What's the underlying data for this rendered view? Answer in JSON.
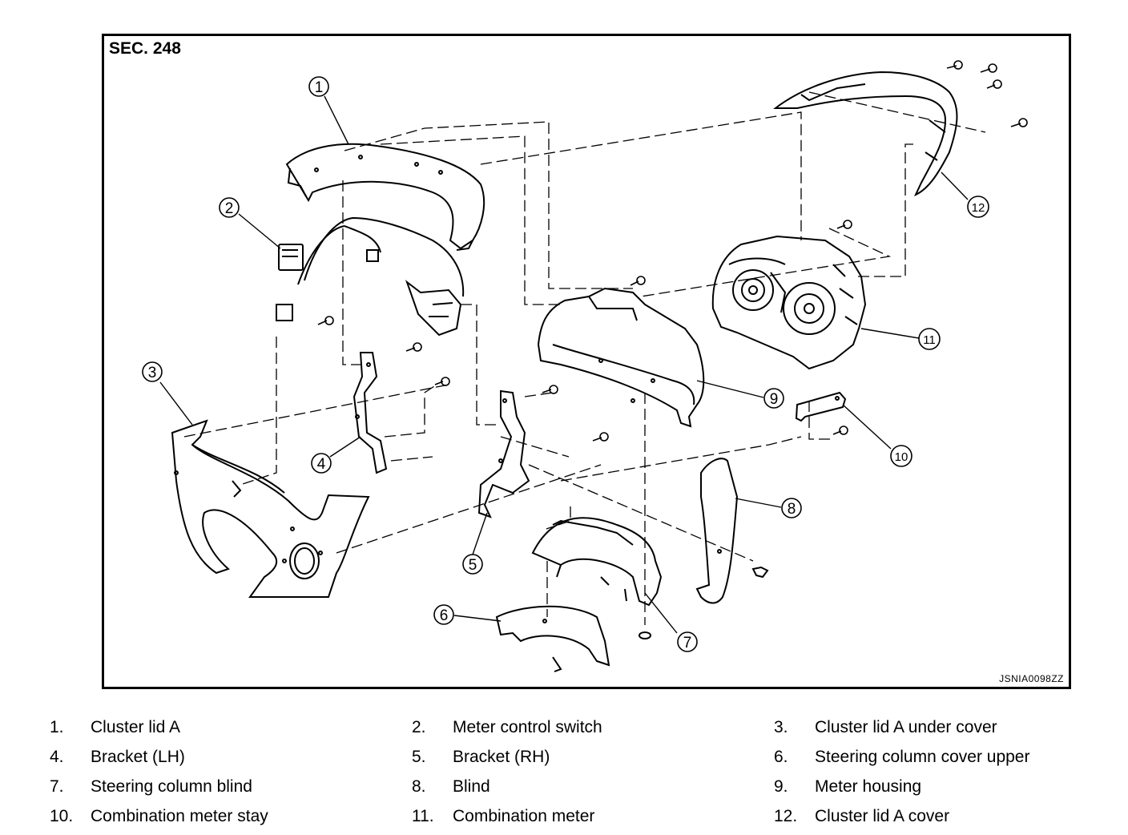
{
  "section_label": "SEC. 248",
  "figure_code": "JSNIA0098ZZ",
  "callouts": [
    "1",
    "2",
    "3",
    "4",
    "5",
    "6",
    "7",
    "8",
    "9",
    "10",
    "11",
    "12"
  ],
  "legend": [
    {
      "num": "1.",
      "label": "Cluster lid A"
    },
    {
      "num": "2.",
      "label": "Meter control switch"
    },
    {
      "num": "3.",
      "label": "Cluster lid A under cover"
    },
    {
      "num": "4.",
      "label": "Bracket (LH)"
    },
    {
      "num": "5.",
      "label": "Bracket (RH)"
    },
    {
      "num": "6.",
      "label": "Steering column cover upper"
    },
    {
      "num": "7.",
      "label": "Steering column blind"
    },
    {
      "num": "8.",
      "label": "Blind"
    },
    {
      "num": "9.",
      "label": "Meter housing"
    },
    {
      "num": "10.",
      "label": "Combination meter stay"
    },
    {
      "num": "11.",
      "label": "Combination meter"
    },
    {
      "num": "12.",
      "label": "Cluster lid A cover"
    }
  ]
}
